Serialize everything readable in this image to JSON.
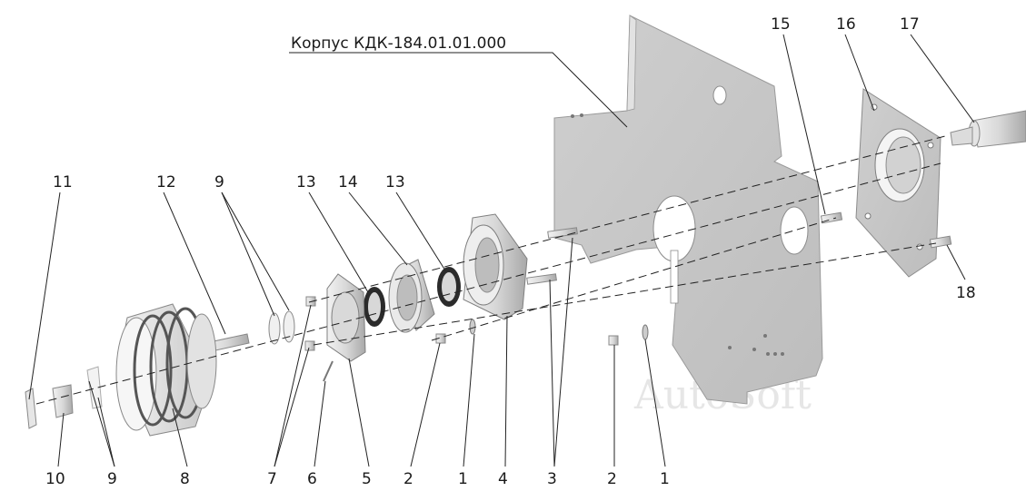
{
  "title": "Корпус КДК-184.01.01.000",
  "watermark": "AutoSoft",
  "callouts": [
    "11",
    "12",
    "9",
    "13",
    "14",
    "13",
    "15",
    "16",
    "17",
    "18",
    "10",
    "9",
    "8",
    "7",
    "6",
    "5",
    "2",
    "1",
    "4",
    "3",
    "2",
    "1"
  ]
}
